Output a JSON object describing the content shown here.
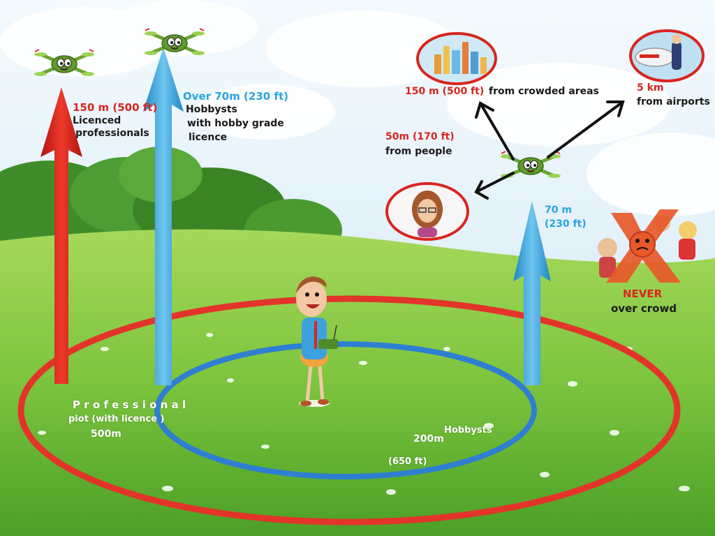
{
  "colors": {
    "sky_top": "#e8f4fb",
    "sky_bottom": "#cfe7f6",
    "grass_light": "#8fd04a",
    "grass_dark": "#4fa62a",
    "red_accent": "#d8261f",
    "blue_accent": "#29a3df",
    "dark_text": "#1a1a1a",
    "drone_body": "#5f9a2c"
  },
  "icons": {
    "drone_left": "drone-icon",
    "drone_mid": "drone-icon",
    "drone_right": "drone-icon",
    "pilot": "pilot-figure-icon",
    "city": "city-skyline-icon",
    "airport": "airplane-icon",
    "person": "person-face-icon",
    "crowd": "crowd-icon",
    "cross": "cross-mark-icon"
  },
  "labels": {
    "pro_height": "150 m (500 ft)",
    "pro_desc_line1": "Licenced",
    "pro_desc_line2": "professionals",
    "hobby_height": "Over 70m (230 ft)",
    "hobby_desc_line1": "Hobbysts",
    "hobby_desc_line2": "with hobby grade",
    "hobby_desc_line3": "licence",
    "crowded_dist": "150 m (500 ft)",
    "crowded_text": "from crowded areas",
    "airport_dist": "5 km",
    "airport_text": "from airports",
    "people_dist": "50m (170 ft)",
    "people_text": "from people",
    "right_height_line1": "70 m",
    "right_height_line2": "(230 ft)",
    "never": "NEVER",
    "over_crowd": "over crowd",
    "pro_radius_line1": "P r o f e s s i o n a l",
    "pro_radius_line2": "piot (with licence )",
    "pro_radius_line3": "500m",
    "hobby_radius": "200m",
    "hobby_radius_label": "Hobbysts",
    "hobby_radius_ft": "(650 ft)"
  }
}
